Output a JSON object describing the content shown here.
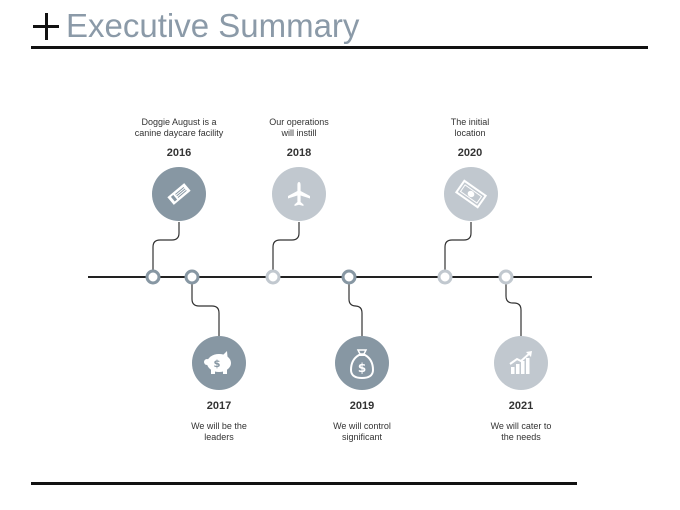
{
  "header": {
    "title": "Executive Summary"
  },
  "milestones": {
    "m2016": {
      "year": "2016",
      "desc": [
        "Doggie August is a",
        "canine daycare facility"
      ],
      "icon": "ticket-icon"
    },
    "m2017": {
      "year": "2017",
      "desc": [
        "We will be the",
        "leaders"
      ],
      "icon": "piggy-bank-icon"
    },
    "m2018": {
      "year": "2018",
      "desc": [
        "Our operations",
        "will instill"
      ],
      "icon": "airplane-icon"
    },
    "m2019": {
      "year": "2019",
      "desc": [
        "We will control",
        "significant"
      ],
      "icon": "money-bag-icon"
    },
    "m2020": {
      "year": "2020",
      "desc": [
        "The initial",
        "location"
      ],
      "icon": "banknote-icon"
    },
    "m2021": {
      "year": "2021",
      "desc": [
        "We will cater to",
        "the needs"
      ],
      "icon": "growth-chart-icon"
    }
  },
  "colors": {
    "dark_circle": "#8797a3",
    "light_circle": "#c1c8cf",
    "title": "#8b9aa8",
    "line": "#222222"
  }
}
